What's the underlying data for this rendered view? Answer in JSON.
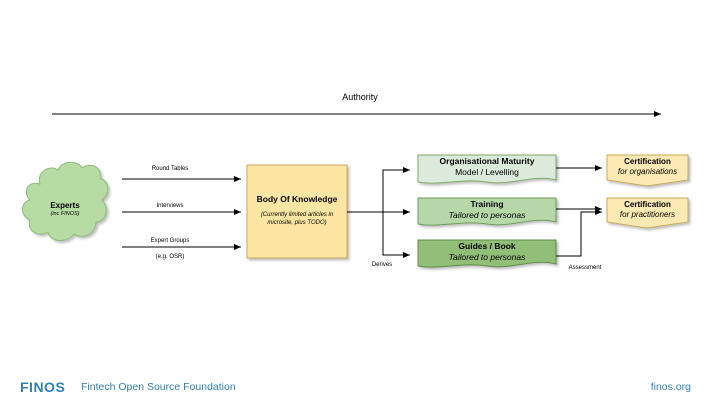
{
  "authority_label": "Authority",
  "experts": {
    "title": "Experts",
    "subtitle": "(inc FINOS)"
  },
  "inputs": {
    "round_tables": "Round Tables",
    "interviews": "Interviews",
    "expert_groups": "Expert Groups",
    "expert_groups_example": "(e.g. OSR)"
  },
  "body_of_knowledge": {
    "title": "Body Of Knowledge",
    "subtitle_line1": "(Currently limited articles in",
    "subtitle_line2": "microsite, plus TODO)"
  },
  "outputs": {
    "maturity_title": "Organisational Maturity",
    "maturity_sub": "Model /  Levelling",
    "training_title": "Training",
    "training_sub": "Tailored to personas",
    "guides_title": "Guides / Book",
    "guides_sub": "Tailored to personas"
  },
  "certifications": {
    "org_title": "Certification",
    "org_sub": "for organisations",
    "pract_title": "Certification",
    "pract_sub": "for practitioners"
  },
  "edge_labels": {
    "derives": "Derives",
    "assessment": "Assessment"
  },
  "footer": {
    "logo": "FINOS",
    "org_name": "Fintech Open Source Foundation",
    "url": "finos.org"
  },
  "colors": {
    "cloud": "#b6dca4",
    "knowledge": "#fde6a3",
    "maturity": "#dceadb",
    "training": "#b6d8a8",
    "guides": "#92bf78",
    "certification": "#fde9b3",
    "brand": "#2f80b5"
  }
}
